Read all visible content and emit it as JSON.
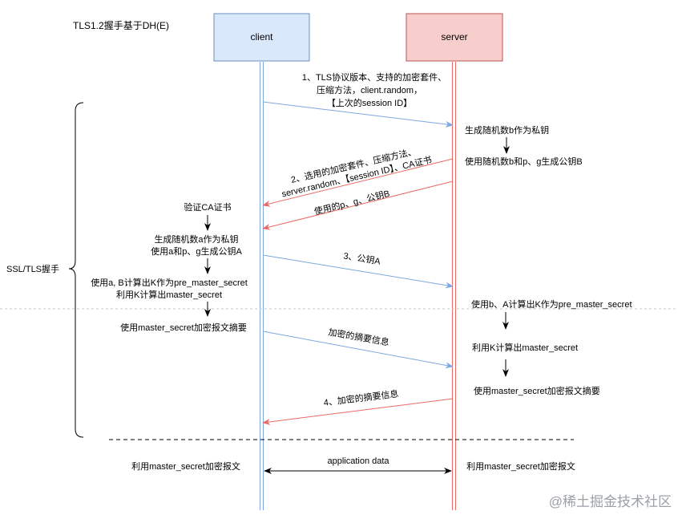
{
  "title": "TLS1.2握手基于DH(E)",
  "actors": {
    "client": {
      "label": "client",
      "fill": "#dae8fc",
      "stroke": "#6c8ebf"
    },
    "server": {
      "label": "server",
      "fill": "#f8cecc",
      "stroke": "#b85450"
    }
  },
  "colors": {
    "client_arrow": "#7ea6e0",
    "server_arrow": "#ea6b66"
  },
  "brace_label": "SSL/TLS握手",
  "messages": {
    "m1": [
      "1、TLS协议版本、支持的加密套件、",
      "压缩方法，client.random，",
      "【上次的session ID】"
    ],
    "m2": [
      "2、选用的加密套件、压缩方法、",
      "server.random、【session ID】、CA证书"
    ],
    "m2b": "使用的p、g、公钥B",
    "m3": "3、公钥A",
    "m_digest": "加密的摘要信息",
    "m4": "4、加密的摘要信息"
  },
  "server_steps": {
    "s1": "生成随机数b作为私钥",
    "s2": "使用随机数b和p、g生成公钥B",
    "s3": "使用b、A计算出K作为pre_master_secret",
    "s4": "利用K计算出master_secret",
    "s5": "使用master_secret加密报文摘要",
    "s6": "利用master_secret加密报文"
  },
  "client_steps": {
    "c1": "验证CA证书",
    "c2": [
      "生成随机数a作为私钥",
      "使用a和p、g生成公钥A"
    ],
    "c3": [
      "使用a, B计算出K作为pre_master_secret",
      "利用K计算出master_secret"
    ],
    "c4": "使用master_secret加密报文摘要",
    "c5": "利用master_secret加密报文"
  },
  "app_data": "application data",
  "watermark": "@稀土掘金技术社区"
}
